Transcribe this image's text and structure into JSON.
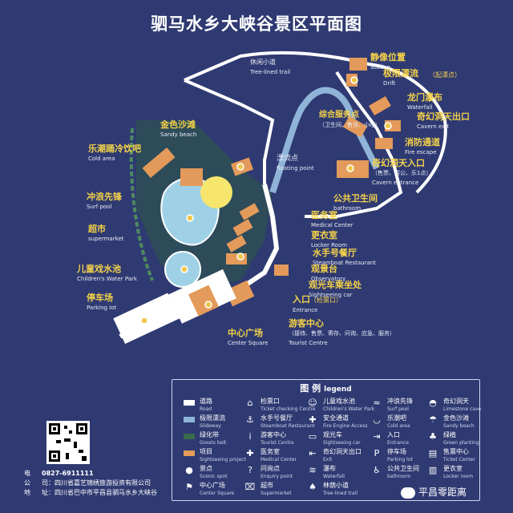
{
  "title": "驷马水乡大峡谷景区平面图",
  "colors": {
    "background": "#2f3a72",
    "road": "#ffffff",
    "drift": "#8fb4d8",
    "green": "#3a6b4a",
    "building": "#e39a5a",
    "pool": "#9fd1e6",
    "sand": "#f7e66e",
    "label": "#f4d24a"
  },
  "labels": {
    "station": {
      "cn": "静像位置",
      "en": "Station"
    },
    "drift": {
      "cn": "极限漂流",
      "en": "Drift",
      "note": "（起漂点）"
    },
    "trail": {
      "cn": "休闲小道",
      "en": "Tree-lined trail"
    },
    "waterfall": {
      "cn": "龙门瀑布",
      "en": "Waterfall"
    },
    "cavern_exit": {
      "cn": "奇幻洞天出口",
      "en": "Cavern exit"
    },
    "service_point": {
      "cn": "综合服务点",
      "en": "（卫生间、售货、小吃）"
    },
    "fire_escape": {
      "cn": "消防通道",
      "en": "Fire escape"
    },
    "sandy_beach": {
      "cn": "金色沙滩",
      "en": "Sandy beach"
    },
    "cold_area": {
      "cn": "乐潮踊冷饮吧",
      "en": "Cold area"
    },
    "floating_point": {
      "cn": "漂流点",
      "en": "floating point"
    },
    "cavern_entrance": {
      "cn": "奇幻洞天入口",
      "en": "Cavern entrance",
      "note": "（售票、讲公、乐1点）"
    },
    "surf_pool": {
      "cn": "冲浪先锋",
      "en": "Surf pool"
    },
    "bathroom": {
      "cn": "公共卫生间",
      "en": "bathroom"
    },
    "medical": {
      "cn": "医务室",
      "en": "Medical Center"
    },
    "supermarket": {
      "cn": "超市",
      "en": "supermarket"
    },
    "locker": {
      "cn": "更衣室",
      "en": "Locker Room"
    },
    "restaurant": {
      "cn": "水手号餐厅",
      "en": "Steamboat Restaurant"
    },
    "childrens_pool": {
      "cn": "儿童戏水池",
      "en": "Children's Water Park"
    },
    "observatory": {
      "cn": "观景台",
      "en": "Observatory"
    },
    "sightseeing_car": {
      "cn": "观光车乘坐处",
      "en": "Sightseeing car"
    },
    "parking": {
      "cn": "停车场",
      "en": "Parking lot"
    },
    "entrance": {
      "cn": "入口",
      "en": "Entrance",
      "note": "（检票口）"
    },
    "tourist_center": {
      "cn": "游客中心",
      "en": "Tourist Centre",
      "note": "（接待、售票、寄存、问询、应急、服务）"
    },
    "center_square": {
      "cn": "中心广场",
      "en": "Center Square"
    }
  },
  "legend": {
    "title": "图 例",
    "title_en": "legend",
    "items": [
      {
        "cn": "道路",
        "en": "Road",
        "icon": "road-swatch"
      },
      {
        "cn": "检票口",
        "en": "Ticket checking Centre",
        "icon": "ticket-icon"
      },
      {
        "cn": "儿童戏水池",
        "en": "Children's Water Park",
        "icon": "kids-icon"
      },
      {
        "cn": "冲浪先锋",
        "en": "Surf pool",
        "icon": "surf-icon"
      },
      {
        "cn": "奇幻洞天",
        "en": "Limestone cave",
        "icon": "cave-icon"
      },
      {
        "cn": "极限漂流",
        "en": "Slideway",
        "icon": "drift-swatch"
      },
      {
        "cn": "水手号餐厅",
        "en": "Steamboat Restaurant",
        "icon": "restaurant-icon"
      },
      {
        "cn": "安全通道",
        "en": "Fire Engine Access",
        "icon": "fire-icon"
      },
      {
        "cn": "乐潮吧",
        "en": "Cold area",
        "icon": "cup-icon"
      },
      {
        "cn": "金色沙滩",
        "en": "Sandy beach",
        "icon": "beach-icon"
      },
      {
        "cn": "绿化带",
        "en": "Greats belt",
        "icon": "green-swatch"
      },
      {
        "cn": "游客中心",
        "en": "Tourist Centre",
        "icon": "info-icon"
      },
      {
        "cn": "观光车",
        "en": "Sightseeing car",
        "icon": "car-icon"
      },
      {
        "cn": "入口",
        "en": "Entrance",
        "icon": "entrance-icon"
      },
      {
        "cn": "绿植",
        "en": "Green planting",
        "icon": "plant-icon"
      },
      {
        "cn": "项目",
        "en": "Sightseeing project",
        "icon": "project-swatch"
      },
      {
        "cn": "医务室",
        "en": "Medical Center",
        "icon": "medical-icon"
      },
      {
        "cn": "奇幻洞天出口",
        "en": "Exit",
        "icon": "exit-icon"
      },
      {
        "cn": "停车场",
        "en": "Parking lot",
        "icon": "parking-icon"
      },
      {
        "cn": "售票中心",
        "en": "Ticket Center",
        "icon": "ticket-center-icon"
      },
      {
        "cn": "景点",
        "en": "Scenic spot",
        "icon": "spot-icon"
      },
      {
        "cn": "问询点",
        "en": "Enquiry point",
        "icon": "question-icon"
      },
      {
        "cn": "瀑布",
        "en": "Waterfall",
        "icon": "waterfall-icon"
      },
      {
        "cn": "公共卫生间",
        "en": "bathroom",
        "icon": "toilet-icon"
      },
      {
        "cn": "更衣室",
        "en": "Locker room",
        "icon": "locker-icon"
      },
      {
        "cn": "中心广场",
        "en": "Center Square",
        "icon": "flag-icon"
      },
      {
        "cn": "超市",
        "en": "Supermarket",
        "icon": "cart-icon"
      },
      {
        "cn": "林荫小道",
        "en": "Tree-lined trail",
        "icon": "trail-icon"
      }
    ]
  },
  "contact": {
    "phone_label": "电",
    "phone": "0827-6911111",
    "company_label": "公",
    "company": "司：四川省嘉艺锦绣旅游投资有限公司",
    "address_label": "地",
    "address": "址：四川省巴中市平昌县驷马水乡大峡谷"
  },
  "watermark": "平昌零距离"
}
